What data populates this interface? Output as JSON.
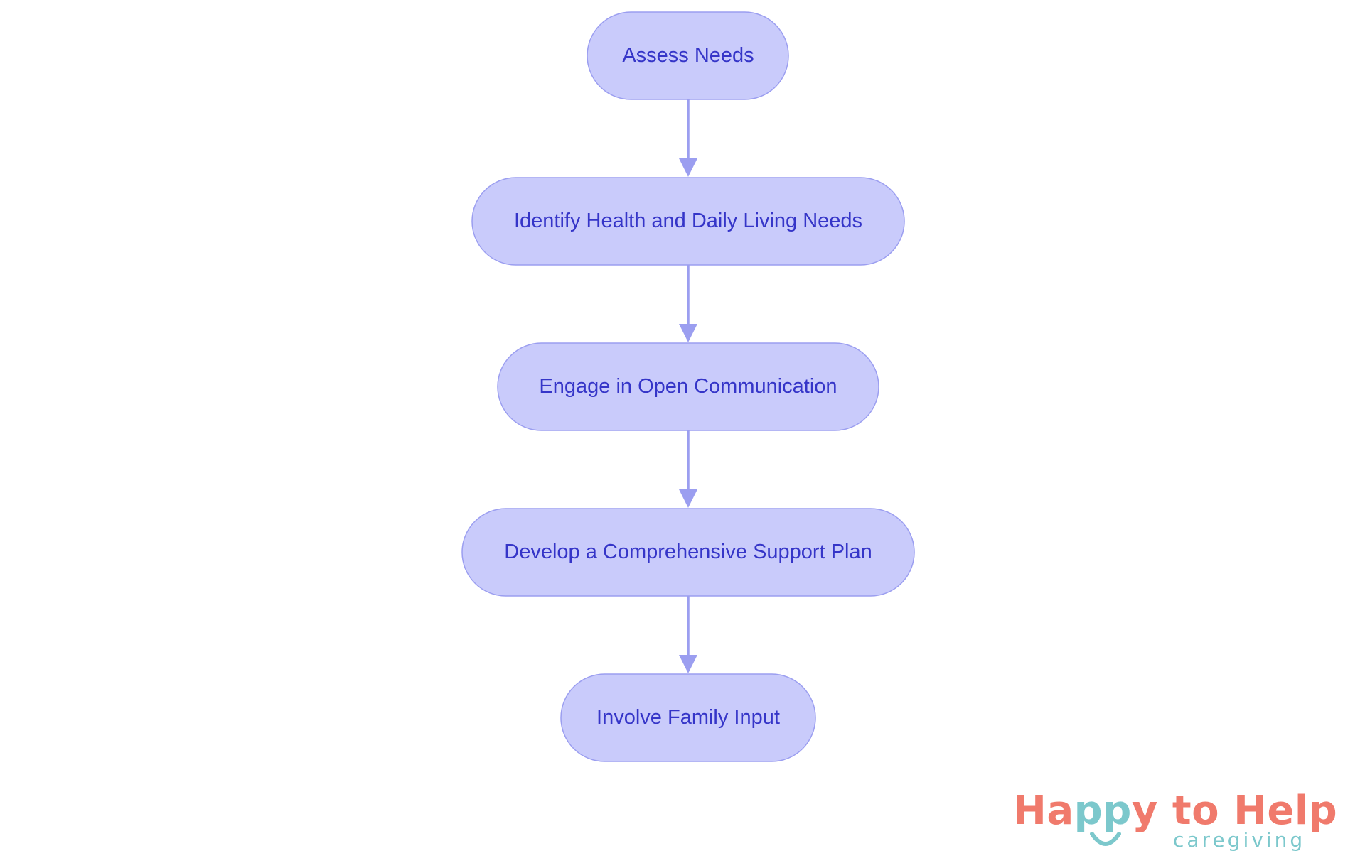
{
  "diagram": {
    "nodes": [
      {
        "id": "assess-needs",
        "label": "Assess Needs"
      },
      {
        "id": "identify-needs",
        "label": "Identify Health and Daily Living Needs"
      },
      {
        "id": "open-communication",
        "label": "Engage in Open Communication"
      },
      {
        "id": "support-plan",
        "label": "Develop a Comprehensive Support Plan"
      },
      {
        "id": "family-input",
        "label": "Involve Family Input"
      }
    ],
    "edges": [
      {
        "from": "assess-needs",
        "to": "identify-needs"
      },
      {
        "from": "identify-needs",
        "to": "open-communication"
      },
      {
        "from": "open-communication",
        "to": "support-plan"
      },
      {
        "from": "support-plan",
        "to": "family-input"
      }
    ],
    "colors": {
      "node_fill": "#c9cbfb",
      "node_stroke": "#9b9ef0",
      "label": "#3535c8",
      "edge": "#9b9ef0"
    }
  },
  "logo": {
    "brand_start": "Ha",
    "brand_mid": "pp",
    "brand_end": "y to Help",
    "tagline": "caregiving",
    "colors": {
      "primary": "#f07a6c",
      "secondary": "#7cc8cc"
    }
  }
}
